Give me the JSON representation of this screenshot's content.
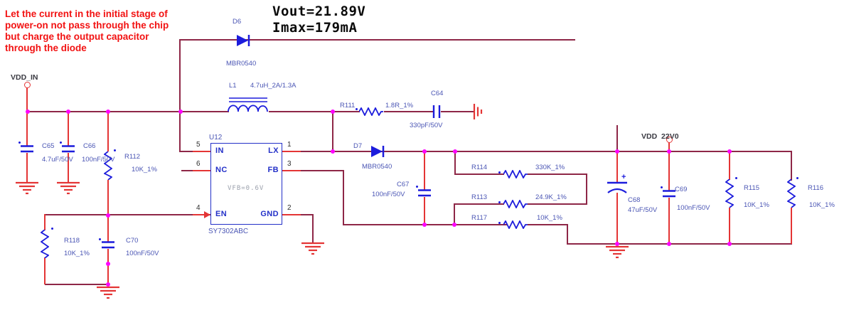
{
  "annotation": {
    "line1": "Let the current in the initial stage of",
    "line2": "power-on not pass through the chip",
    "line3": "but charge the output capacitor",
    "line4": "through the diode"
  },
  "output_note": {
    "vout": "Vout=21.89V",
    "imax": "Imax=179mA"
  },
  "ports": {
    "vdd_in": "VDD_IN",
    "vdd_22v0": "VDD_22V0"
  },
  "chip": {
    "ref": "U12",
    "part": "SY7302ABC",
    "internal_note": "VFB=0.6V",
    "pins": {
      "p5": {
        "num": "5",
        "name": "IN"
      },
      "p6": {
        "num": "6",
        "name": "NC"
      },
      "p4": {
        "num": "4",
        "name": "EN"
      },
      "p1": {
        "num": "1",
        "name": "LX"
      },
      "p3": {
        "num": "3",
        "name": "FB"
      },
      "p2": {
        "num": "2",
        "name": "GND"
      }
    }
  },
  "components": {
    "d6": {
      "ref": "D6",
      "value": "MBR0540"
    },
    "d7": {
      "ref": "D7",
      "value": "MBR0540"
    },
    "l1": {
      "ref": "L1",
      "value": "4.7uH_2A/1.3A"
    },
    "r111": {
      "ref": "R111",
      "value": "1.8R_1%"
    },
    "c64": {
      "ref": "C64",
      "value": "330pF/50V"
    },
    "c65": {
      "ref": "C65",
      "value": "4.7uF/50V"
    },
    "c66": {
      "ref": "C66",
      "value": "100nF/50V"
    },
    "r112": {
      "ref": "R112",
      "value": "10K_1%"
    },
    "r118": {
      "ref": "R118",
      "value": "10K_1%"
    },
    "c70": {
      "ref": "C70",
      "value": "100nF/50V"
    },
    "c67": {
      "ref": "C67",
      "value": "100nF/50V"
    },
    "r114": {
      "ref": "R114",
      "value": "330K_1%"
    },
    "r113": {
      "ref": "R113",
      "value": "24.9K_1%"
    },
    "r117": {
      "ref": "R117",
      "value": "10K_1%"
    },
    "c68": {
      "ref": "C68",
      "value": "47uF/50V"
    },
    "c69": {
      "ref": "C69",
      "value": "100nF/50V"
    },
    "r115": {
      "ref": "R115",
      "value": "10K_1%"
    },
    "r116": {
      "ref": "R116",
      "value": "10K_1%"
    },
    "c68_plus": "+"
  },
  "colors": {
    "wire": "#8E2747",
    "component_symbol": "#1C1CDC",
    "component_label": "#4A55B4",
    "junction": "#FF00FF",
    "ground_red": "#E43535",
    "annotation_red": "#F21212",
    "note_black": "#0A0A0A"
  }
}
